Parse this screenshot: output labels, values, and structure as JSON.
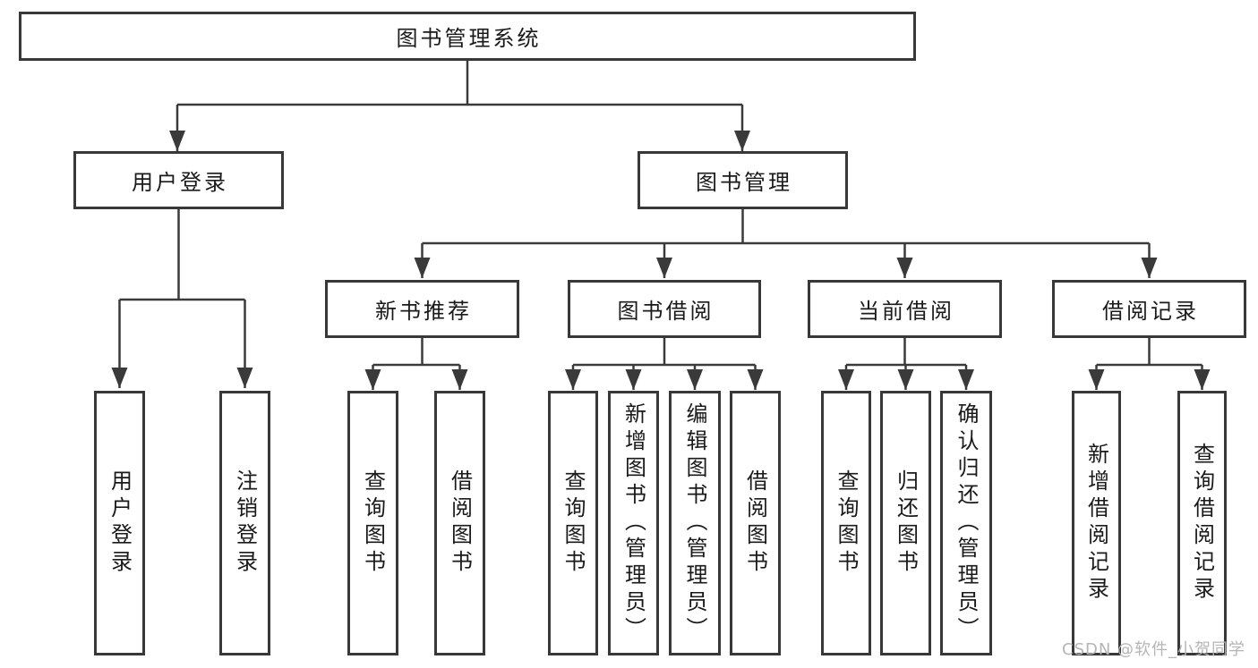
{
  "watermark": "CSDN @软件_小贺同学",
  "colors": {
    "line": "#3a3a3a",
    "box_border": "#383838",
    "text": "#1a1a1a",
    "watermark": "#b5b5b5",
    "background": "#ffffff"
  },
  "tree": {
    "label": "图书管理系统",
    "children": [
      {
        "label": "用户登录",
        "children": [
          {
            "label": "用户登录"
          },
          {
            "label": "注销登录"
          }
        ]
      },
      {
        "label": "图书管理",
        "children": [
          {
            "label": "新书推荐",
            "children": [
              {
                "label": "查询图书"
              },
              {
                "label": "借阅图书"
              }
            ]
          },
          {
            "label": "图书借阅",
            "children": [
              {
                "label": "查询图书"
              },
              {
                "label": "新增图书（管理员）"
              },
              {
                "label": "编辑图书（管理员）"
              },
              {
                "label": "借阅图书"
              }
            ]
          },
          {
            "label": "当前借阅",
            "children": [
              {
                "label": "查询图书"
              },
              {
                "label": "归还图书"
              },
              {
                "label": "确认归还（管理员）"
              }
            ]
          },
          {
            "label": "借阅记录",
            "children": [
              {
                "label": "新增借阅记录"
              },
              {
                "label": "查询借阅记录"
              }
            ]
          }
        ]
      }
    ]
  }
}
